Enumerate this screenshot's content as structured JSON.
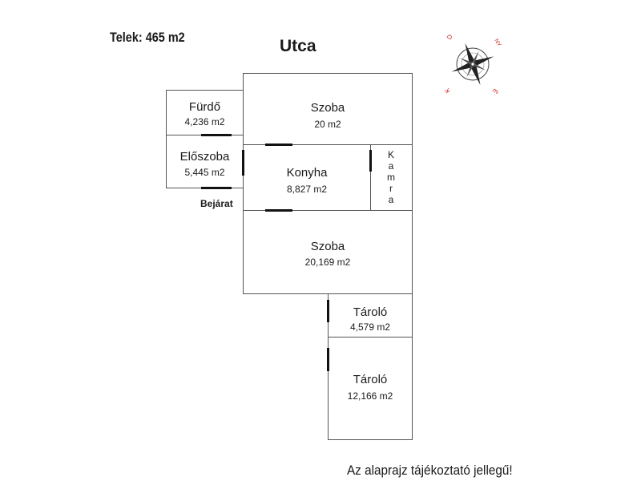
{
  "plot_area": "Telek: 465 m2",
  "street": "Utca",
  "entrance": "Bejárat",
  "disclaimer": "Az alaprajz tájékoztató jellegű!",
  "rooms": {
    "furdo": {
      "name": "Fürdő",
      "area": "4,236 m2"
    },
    "eloszoba": {
      "name": "Előszoba",
      "area": "5,445 m2"
    },
    "szoba1": {
      "name": "Szoba",
      "area": "20 m2"
    },
    "konyha": {
      "name": "Konyha",
      "area": "8,827 m2"
    },
    "kamra": {
      "name": "Kamra",
      "letters": [
        "K",
        "a",
        "m",
        "r",
        "a"
      ]
    },
    "szoba2": {
      "name": "Szoba",
      "area": "20,169 m2"
    },
    "tarolo1": {
      "name": "Tároló",
      "area": "4,579 m2"
    },
    "tarolo2": {
      "name": "Tároló",
      "area": "12,166 m2"
    }
  },
  "compass": {
    "labels": {
      "north": "É",
      "east": "K",
      "south": "D",
      "west": "NY"
    }
  },
  "colors": {
    "wall": "#555555",
    "door": "#111111",
    "compass_label": "#cc2222"
  }
}
